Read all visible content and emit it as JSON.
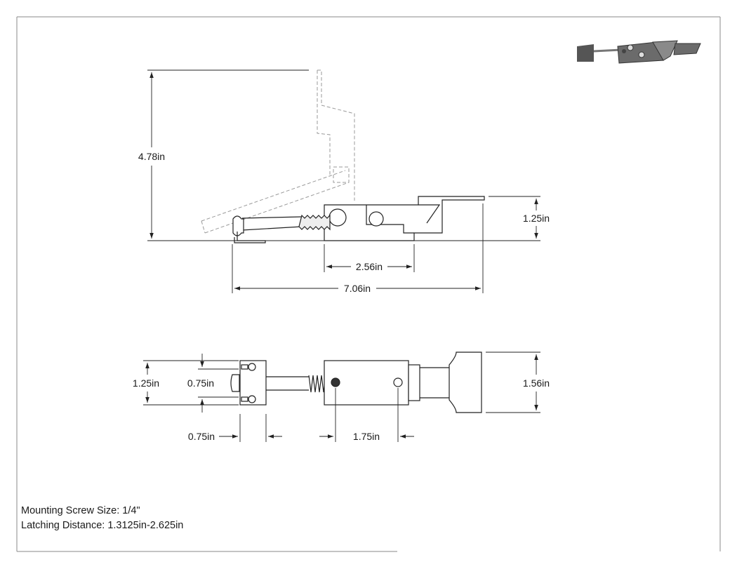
{
  "dimensions": {
    "height_total": "4.78in",
    "height_body": "1.25in",
    "length_body": "2.56in",
    "length_total": "7.06in",
    "catch_height": "1.25in",
    "catch_hole_spacing": "0.75in",
    "handle_width": "1.56in",
    "catch_width": "0.75in",
    "mount_hole_spacing": "1.75in"
  },
  "notes": {
    "mounting_screw": "Mounting Screw Size: 1/4\"",
    "latching_distance": "Latching Distance: 1.3125in-2.625in"
  },
  "colors": {
    "line": "#222222",
    "phantom": "#9a9a9a",
    "frame": "#8a8a8a",
    "thumb_body": "#6b6b6b"
  },
  "icons": {
    "thumbnail": "latch-3d-thumbnail"
  }
}
